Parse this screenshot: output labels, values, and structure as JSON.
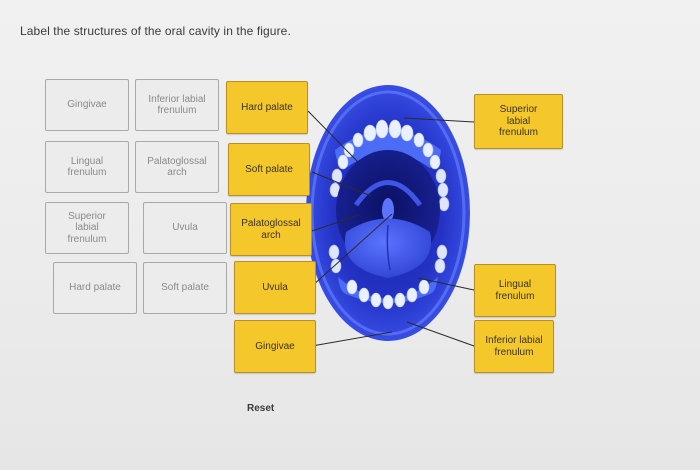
{
  "question": "Label the structures of the oral cavity in the figure.",
  "word_bank": [
    "Gingivae",
    "Inferior labial\nfrenulum",
    "Lingual\nfrenulum",
    "Palatoglossal\narch",
    "Superior\nlabial\nfrenulum",
    "Uvula",
    "Hard palate",
    "Soft palate"
  ],
  "placed_labels": {
    "hard_palate": "Hard palate",
    "soft_palate": "Soft palate",
    "palatoglossal_arch": "Palatoglossal\narch",
    "uvula": "Uvula",
    "gingivae": "Gingivae",
    "superior_labial_frenulum": "Superior\nlabial\nfrenulum",
    "lingual_frenulum": "Lingual\nfrenulum",
    "inferior_labial_frenulum": "Inferior labial\nfrenulum"
  },
  "reset_label": "Reset",
  "colors": {
    "label_fill": "#f4c72a",
    "mouth_blue": "#2f3fd6"
  }
}
